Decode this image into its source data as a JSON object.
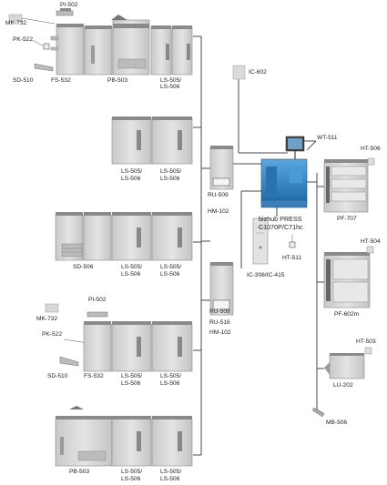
{
  "options": {
    "pi_502": "PI-502",
    "mk_732": "MK-732",
    "pk_522": "PK-522",
    "sd_510": "SD-510",
    "fs_532": "FS-532",
    "pb_503": "PB-503",
    "ls_505_506_a": "LS-505/",
    "ls_505_506_b": "LS-506",
    "ic_602": "IC-602",
    "wt_511": "WT-511",
    "ht_506": "HT-506",
    "pf_707": "PF-707",
    "ru_509": "RU-509",
    "hm_102": "HM-102",
    "ht_511": "HT-511",
    "ic_308_415": "IC-308/IC-415",
    "sd_506": "SD-506",
    "ht_504": "HT-504",
    "pf_602m": "PF-602m",
    "ru_516": "RU-516",
    "ht_503": "HT-503",
    "lu_202": "LU-202",
    "mb_506": "MB-506"
  },
  "main_unit": {
    "name_line1": "bizhub PRESS",
    "name_line2": "C1070P/C71hc"
  },
  "colors": {
    "unit_body": "#d2d2d2",
    "unit_top": "#8a8a8a",
    "main_blue": "#2e86c8",
    "connector": "#4a4a4a"
  }
}
